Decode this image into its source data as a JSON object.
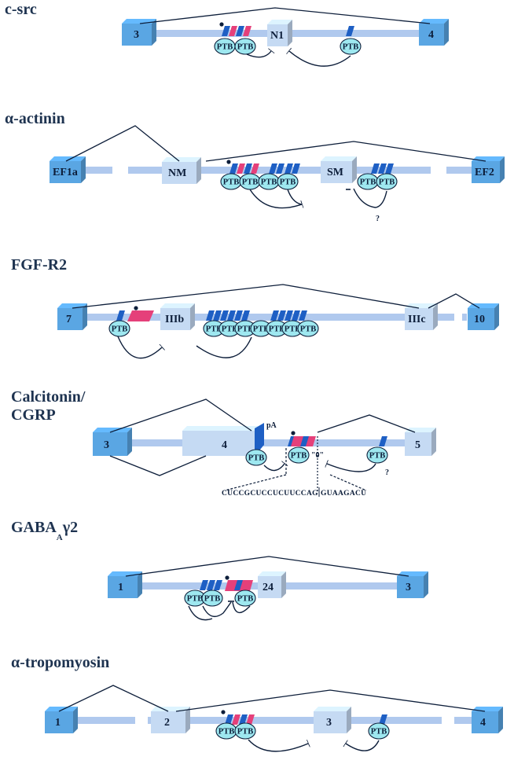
{
  "colors": {
    "exon_dark": "#5aa6e3",
    "exon_light": "#c5daf3",
    "intron": "#b0c9ee",
    "ptb_site_blue": "#1e5fc4",
    "ptb_site_pink": "#e5407a",
    "ptb_fill": "#9ee8f0",
    "line": "#0d1e3a"
  },
  "panels": [
    {
      "title": "c-src",
      "exons": [
        {
          "label": "3",
          "style": "dark"
        },
        {
          "label": "N1",
          "style": "light"
        },
        {
          "label": "4",
          "style": "dark"
        }
      ],
      "ptb": [
        "PTB",
        "PTB",
        "PTB"
      ]
    },
    {
      "title": "α-actinin",
      "exons": [
        {
          "label": "EF1a",
          "style": "dark"
        },
        {
          "label": "NM",
          "style": "light"
        },
        {
          "label": "SM",
          "style": "light"
        },
        {
          "label": "EF2",
          "style": "dark"
        }
      ],
      "ptb": [
        "PTB",
        "PTB",
        "PTB",
        "PTB",
        "PTB",
        "PTB"
      ],
      "marks": [
        "?"
      ]
    },
    {
      "title": "FGF-R2",
      "exons": [
        {
          "label": "7",
          "style": "dark"
        },
        {
          "label": "IIIb",
          "style": "light"
        },
        {
          "label": "IIIc",
          "style": "light"
        },
        {
          "label": "10",
          "style": "dark"
        }
      ],
      "ptb": [
        "PTB",
        "PTB",
        "PTB",
        "PTB",
        "PTB",
        "PTB",
        "PTB",
        "PTB"
      ]
    },
    {
      "title_lines": [
        "Calcitonin/",
        "CGRP"
      ],
      "exons": [
        {
          "label": "3",
          "style": "dark"
        },
        {
          "label": "4",
          "style": "light"
        },
        {
          "label": "5",
          "style": "light"
        }
      ],
      "ptb": [
        "PTB",
        "PTB",
        "PTB"
      ],
      "pA": "pA",
      "zero": "\"0\"",
      "marks": [
        "?"
      ],
      "sequence_left": "CUCCGCUCCUCUUCCAG",
      "sequence_right": "GUAAGACU"
    },
    {
      "title_main": "GABA",
      "title_sub": "A",
      "title_greek": "γ2",
      "exons": [
        {
          "label": "1",
          "style": "dark"
        },
        {
          "label": "24",
          "style": "light"
        },
        {
          "label": "3",
          "style": "dark"
        }
      ],
      "ptb": [
        "PTB",
        "PTB",
        "PTB"
      ]
    },
    {
      "title": "α-tropomyosin",
      "exons": [
        {
          "label": "1",
          "style": "dark"
        },
        {
          "label": "2",
          "style": "light"
        },
        {
          "label": "3",
          "style": "light"
        },
        {
          "label": "4",
          "style": "dark"
        }
      ],
      "ptb": [
        "PTB",
        "PTB",
        "PTB"
      ]
    }
  ]
}
